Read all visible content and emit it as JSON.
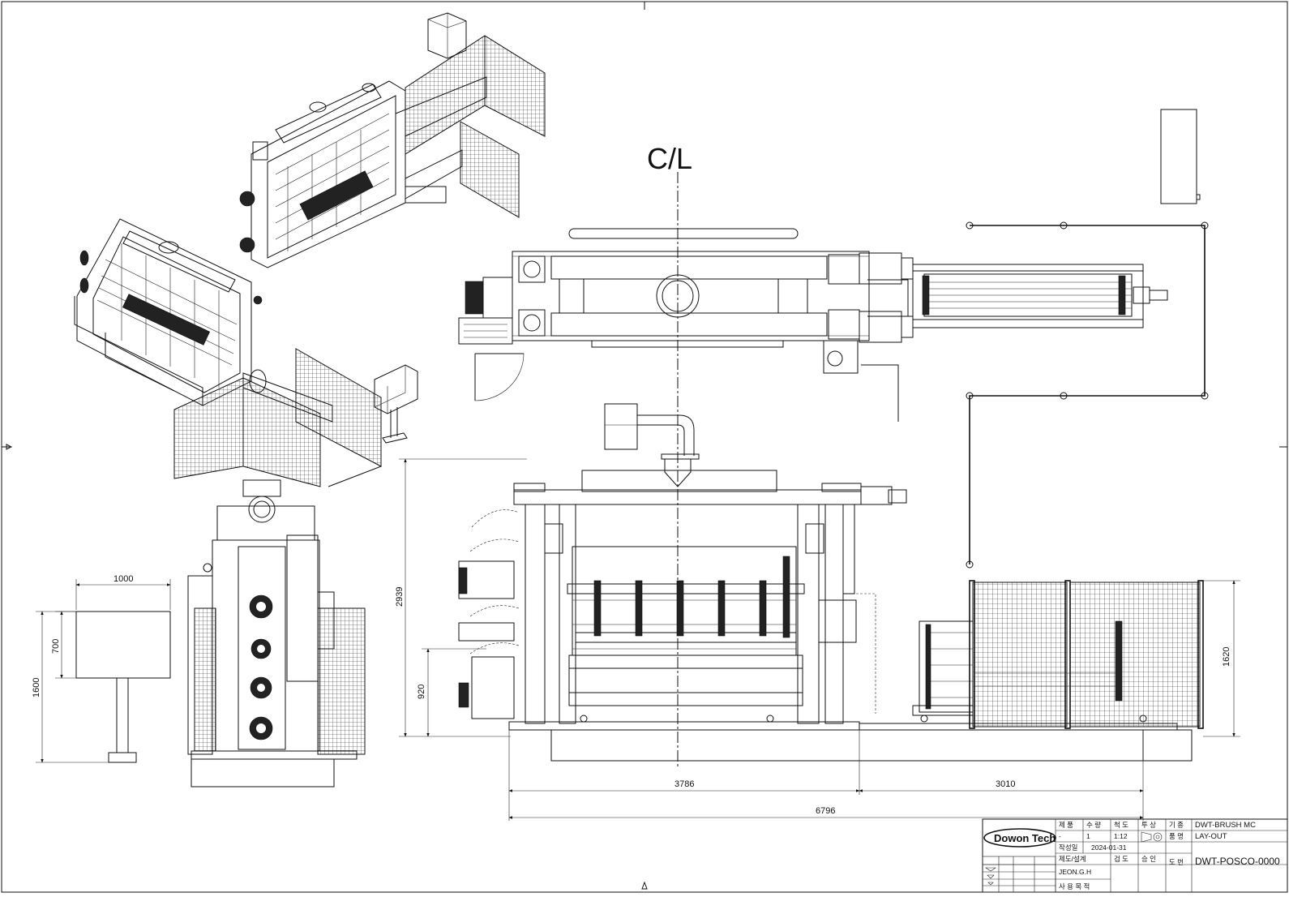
{
  "centerline_label": "C/L",
  "dimensions": {
    "front_width_left": "3786",
    "front_width_right": "3010",
    "front_width_total": "6796",
    "front_height": "2939",
    "front_height_pass_line": "920",
    "fence_height": "1620",
    "panel_width": "1000",
    "panel_height": "700",
    "panel_stand_height": "1600"
  },
  "title_block": {
    "logo": "Dowon Tech",
    "headers": {
      "h1": "제 품",
      "h2": "수 량",
      "h3": "척 도",
      "h4": "투 상",
      "h5": "기 종",
      "h6": "품 명",
      "date_label": "작성일",
      "design_label": "제도/설계",
      "check_label": "검 도",
      "approve_label": "승 인",
      "drawing_no_label": "도 번",
      "use_label": "사 용 목 적"
    },
    "values": {
      "product": "-",
      "quantity": "1",
      "scale": "1:12",
      "model": "DWT-BRUSH MC",
      "part_name": "LAY-OUT",
      "date": "2024-01-31",
      "designer": "JEON.G.H",
      "drawing_no": "DWT-POSCO-0000"
    }
  },
  "colors": {
    "line": "#111111",
    "background": "#ffffff"
  }
}
